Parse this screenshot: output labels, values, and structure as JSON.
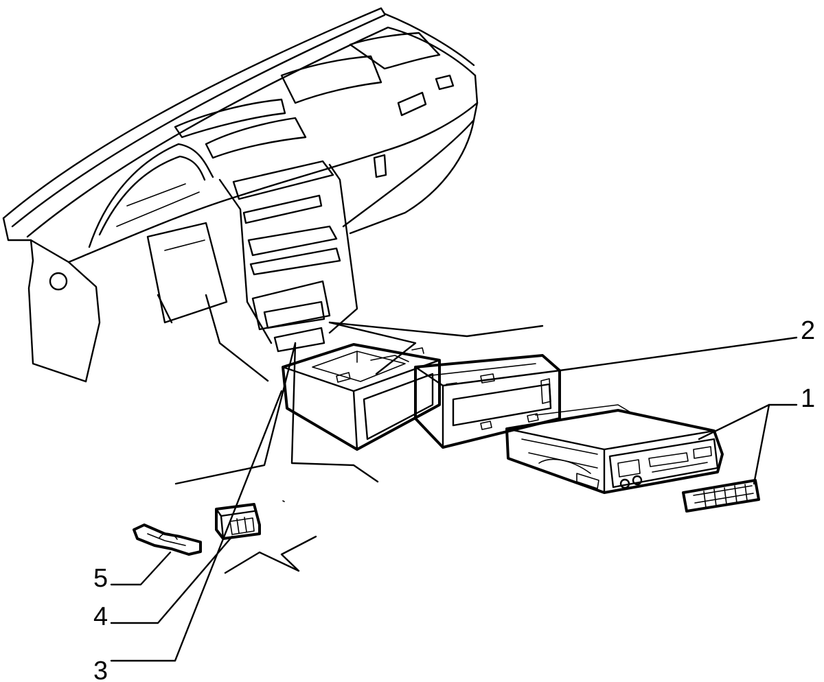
{
  "callouts": {
    "part1": "1",
    "part2": "2",
    "part3": "3",
    "part4": "4",
    "part5": "5"
  }
}
